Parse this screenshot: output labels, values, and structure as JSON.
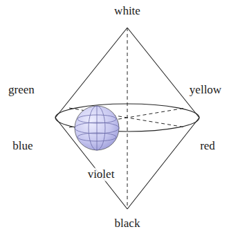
{
  "diagram": {
    "labels": [
      "white",
      "green",
      "yellow",
      "blue",
      "red",
      "violet",
      "black"
    ]
  }
}
